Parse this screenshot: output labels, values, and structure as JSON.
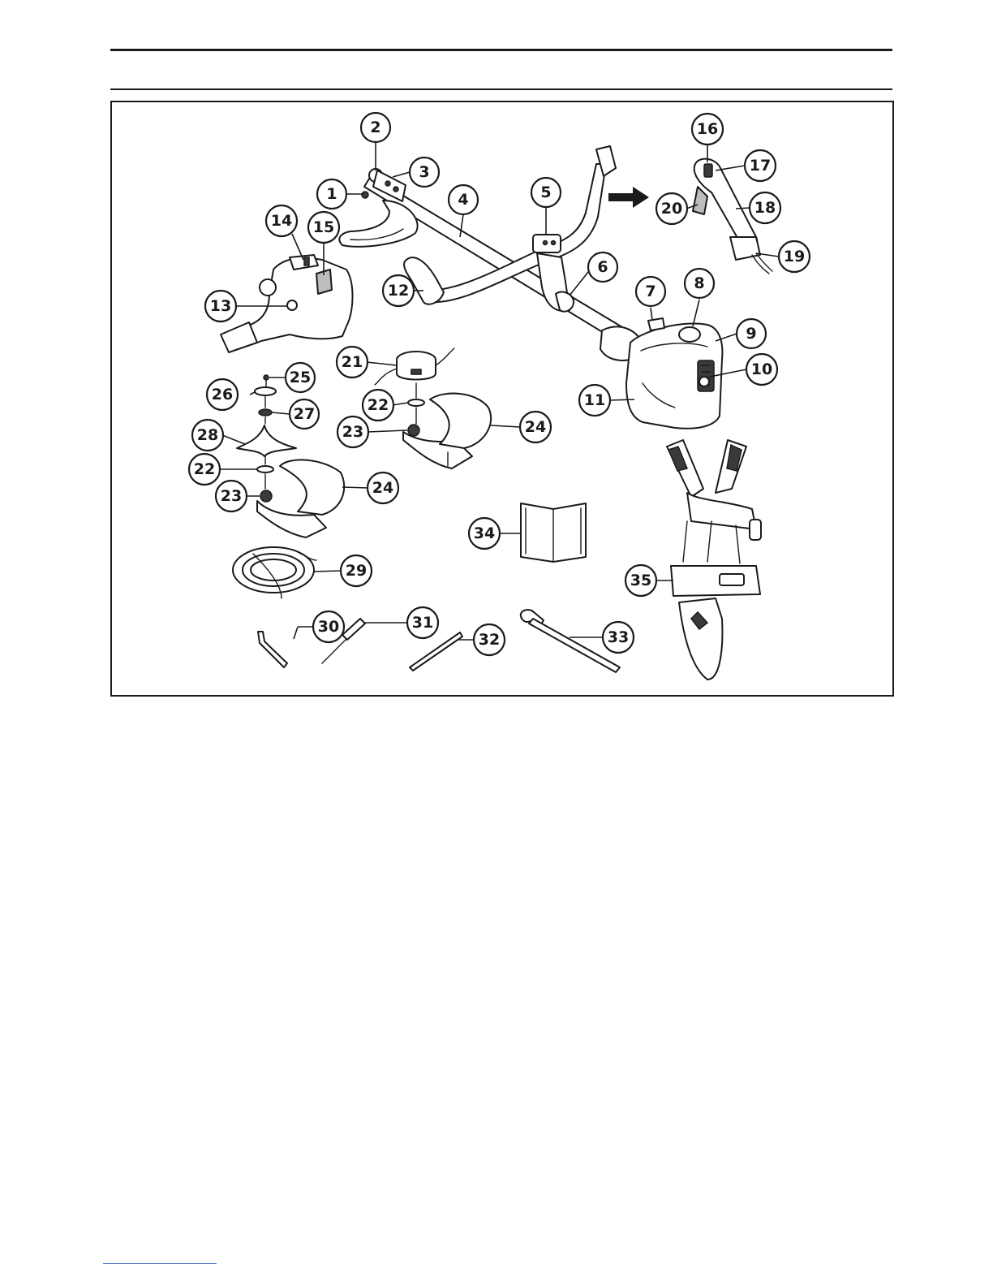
{
  "diagram": {
    "callouts": [
      "1",
      "2",
      "3",
      "4",
      "5",
      "6",
      "7",
      "8",
      "9",
      "10",
      "11",
      "12",
      "13",
      "14",
      "15",
      "16",
      "17",
      "18",
      "19",
      "20",
      "21",
      "22",
      "23",
      "24",
      "25",
      "26",
      "27",
      "28",
      "29",
      "30",
      "31",
      "32",
      "33",
      "34",
      "35"
    ],
    "icons": {
      "arrow": "arrow-right-icon",
      "manual": "manual-book-icon"
    }
  }
}
